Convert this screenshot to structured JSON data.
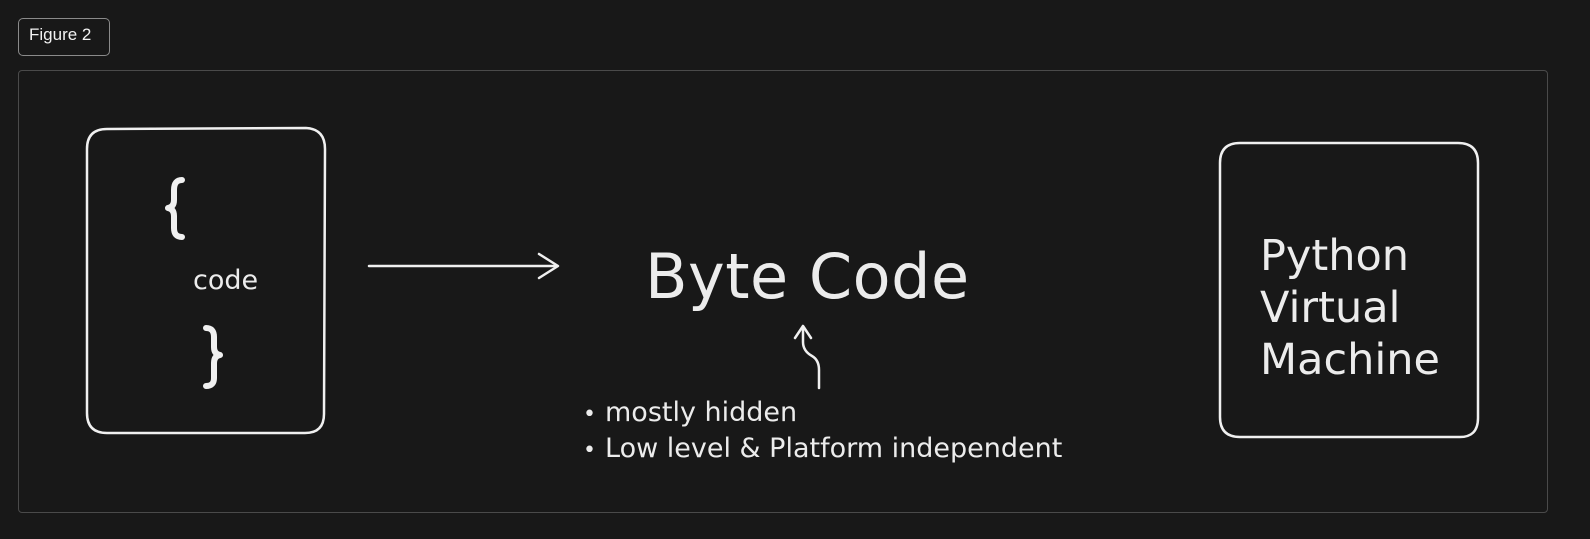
{
  "figure_label": "Figure 2",
  "source_box": {
    "open_brace": "{",
    "label": "code",
    "close_brace": "}"
  },
  "middle": {
    "title": "Byte Code",
    "notes": [
      "mostly hidden",
      "Low level & Platform independent"
    ]
  },
  "vm_box": {
    "lines": [
      "Python",
      "Virtual",
      "Machine"
    ]
  },
  "colors": {
    "background": "#181818",
    "stroke": "#f0f0f0",
    "frame_border": "#4a4a4a"
  }
}
